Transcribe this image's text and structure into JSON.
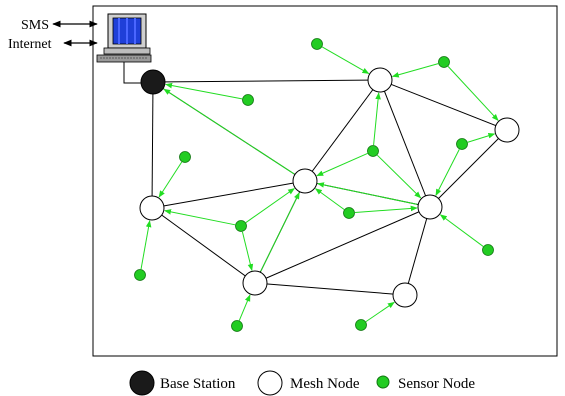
{
  "io_labels": {
    "sms": "SMS",
    "internet": "Internet"
  },
  "legend": {
    "base_station": "Base Station",
    "mesh_node": "Mesh Node",
    "sensor_node": "Sensor Node"
  },
  "colors": {
    "base_station": "#1a1a1a",
    "mesh_node": "#ffffff",
    "sensor_node": "#22cc22",
    "sensor_link": "#22dd22",
    "mesh_link": "#000000",
    "monitor_screen": "#1f3fd8"
  },
  "icons": {
    "computer": "desktop-computer-icon"
  }
}
